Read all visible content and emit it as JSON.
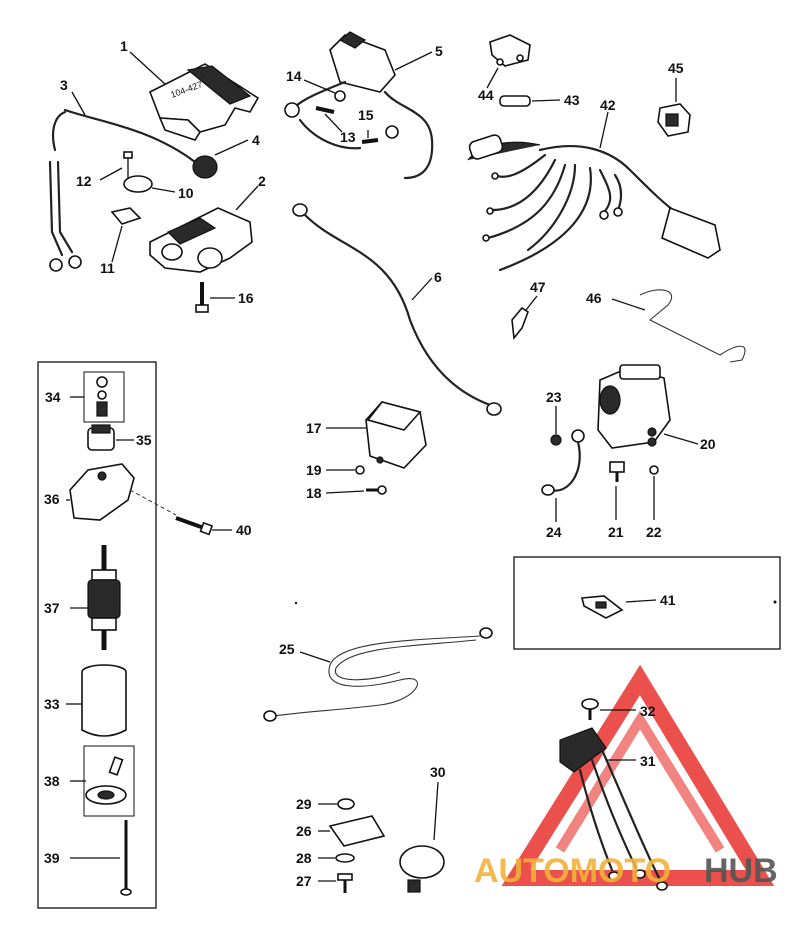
{
  "callouts": {
    "c1": "1",
    "c2": "2",
    "c3": "3",
    "c4": "4",
    "c5": "5",
    "c6": "6",
    "c10": "10",
    "c11": "11",
    "c12": "12",
    "c13": "13",
    "c14": "14",
    "c15": "15",
    "c16": "16",
    "c17": "17",
    "c18": "18",
    "c19": "19",
    "c20": "20",
    "c21": "21",
    "c22": "22",
    "c23": "23",
    "c24": "24",
    "c25": "25",
    "c26": "26",
    "c27": "27",
    "c28": "28",
    "c29": "29",
    "c30": "30",
    "c31": "31",
    "c32": "32",
    "c33": "33",
    "c34": "34",
    "c35": "35",
    "c36": "36",
    "c37": "37",
    "c38": "38",
    "c39": "39",
    "c40": "40",
    "c41": "41",
    "c42": "42",
    "c43": "43",
    "c44": "44",
    "c45": "45",
    "c46": "46",
    "c47": "47"
  },
  "watermark": {
    "text_a": "AUTOMOTO",
    "text_b": "HUB",
    "color_a": "#f2b23a",
    "color_b": "#555555",
    "triangle_color": "#e8322e"
  }
}
